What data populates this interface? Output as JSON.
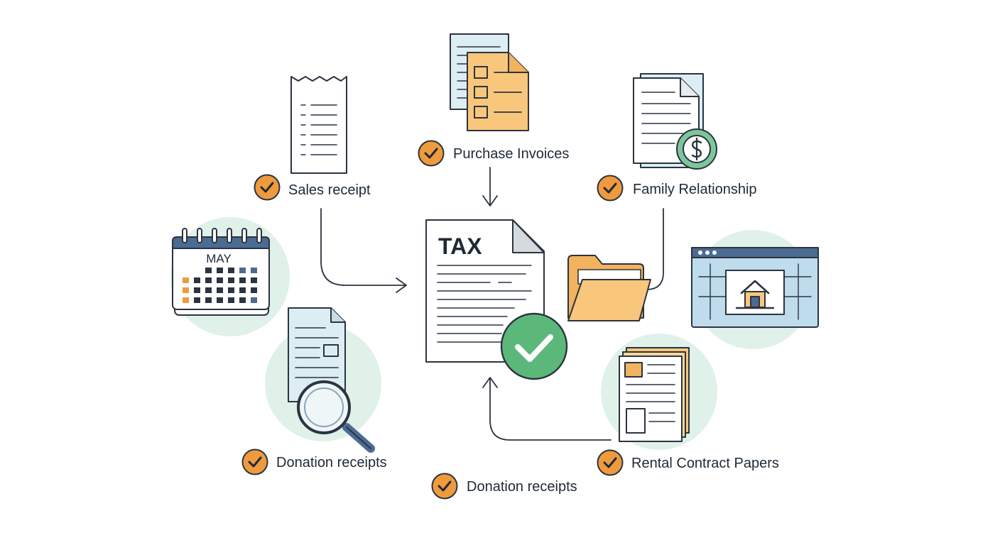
{
  "central_document": {
    "title": "TAX"
  },
  "calendar": {
    "month": "MAY"
  },
  "labels": {
    "sales_receipt": "Sales receipt",
    "purchase_invoices": "Purchase Invoices",
    "family_relationship": "Family Relationship",
    "donation_receipts_left": "Donation receipts",
    "donation_receipts_bottom": "Donation receipts",
    "rental_contract_papers": "Rental Contract Papers"
  },
  "colors": {
    "accent_orange": "#f09a3e",
    "check_green": "#5cb87a",
    "soft_green": "#dff1e8",
    "paper_blue": "#dcedf3",
    "paper_orange": "#f8c77c",
    "outline": "#2b3440"
  },
  "icons": {
    "status": "checkmark-icon",
    "currency": "dollar-icon",
    "search": "magnifier-icon",
    "home": "house-icon"
  }
}
